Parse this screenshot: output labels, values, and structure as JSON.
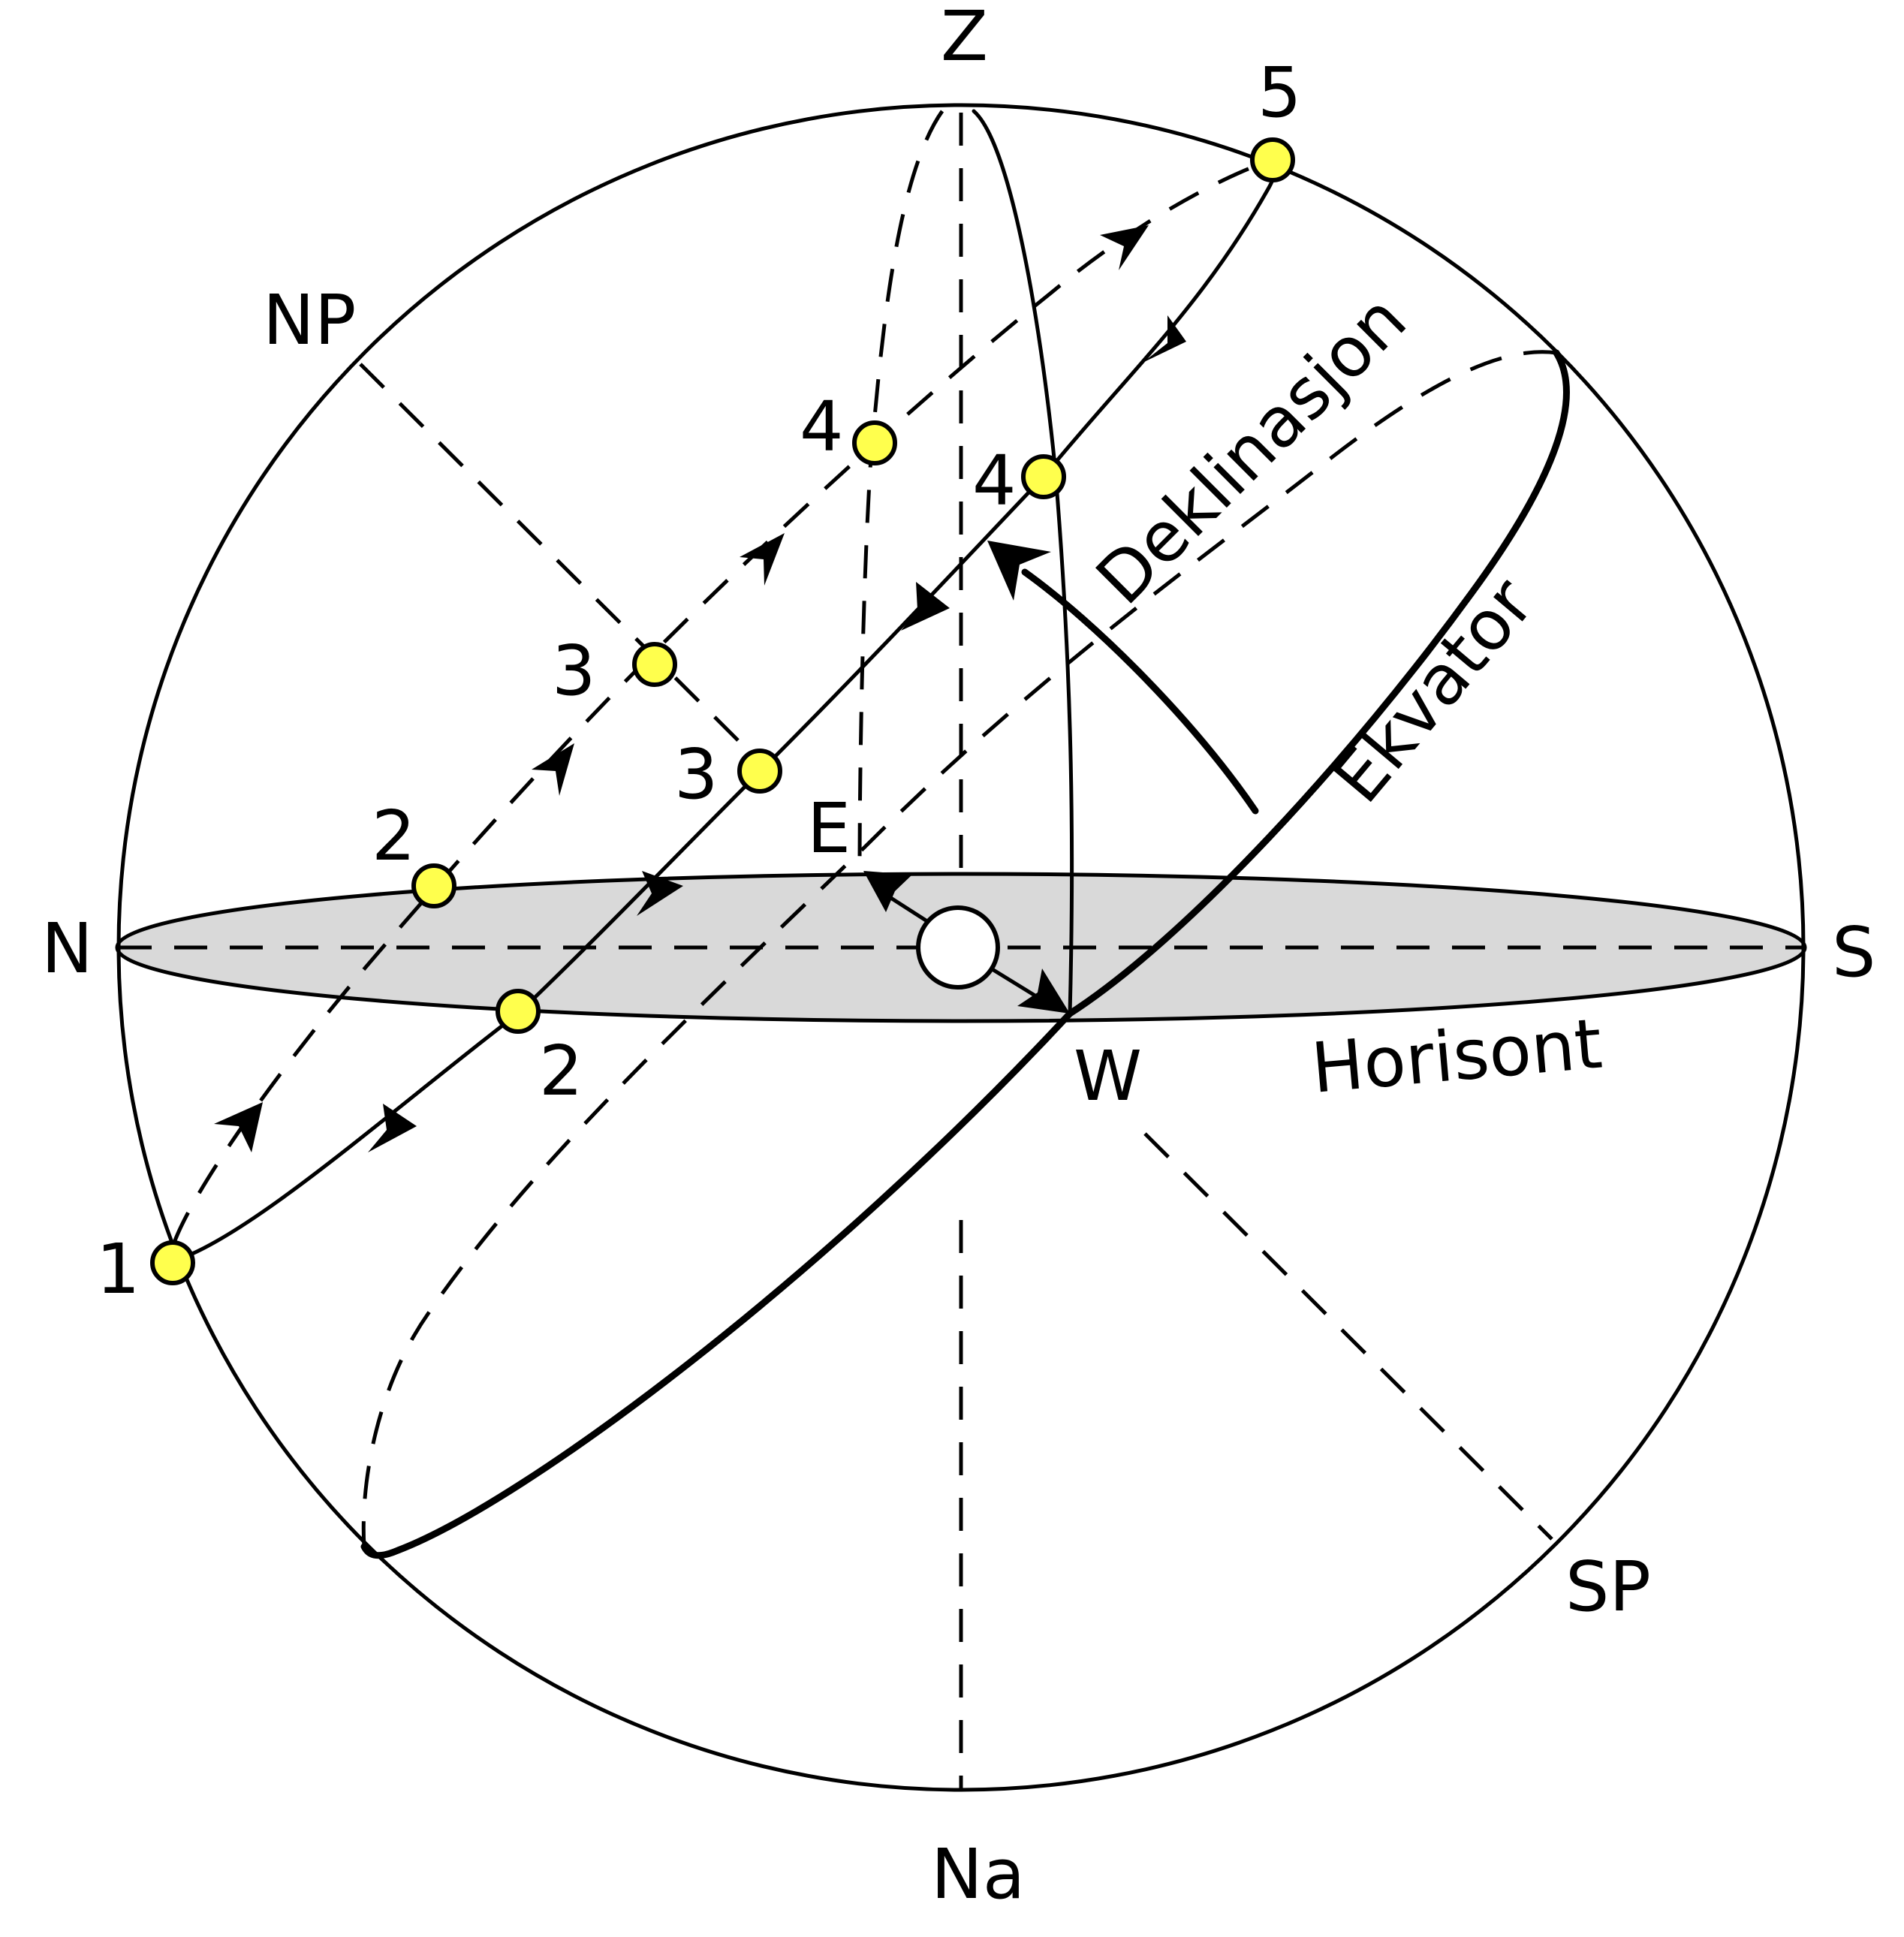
{
  "labels": {
    "zenith": "Z",
    "nadir": "Na",
    "north": "N",
    "south": "S",
    "east": "E",
    "west": "W",
    "north_pole": "NP",
    "south_pole": "SP",
    "horizon": "Horisont",
    "equator": "Ekvator",
    "declination": "Deklinasjon"
  },
  "star_positions": {
    "dashed_path": [
      "2",
      "3",
      "4",
      "5"
    ],
    "solid_path": [
      "1",
      "2",
      "3",
      "4"
    ]
  },
  "colors": {
    "star_fill": "#ffff4d",
    "horizon_fill": "#d9d9d9",
    "observer_fill": "#ffffff",
    "line": "#000000"
  }
}
